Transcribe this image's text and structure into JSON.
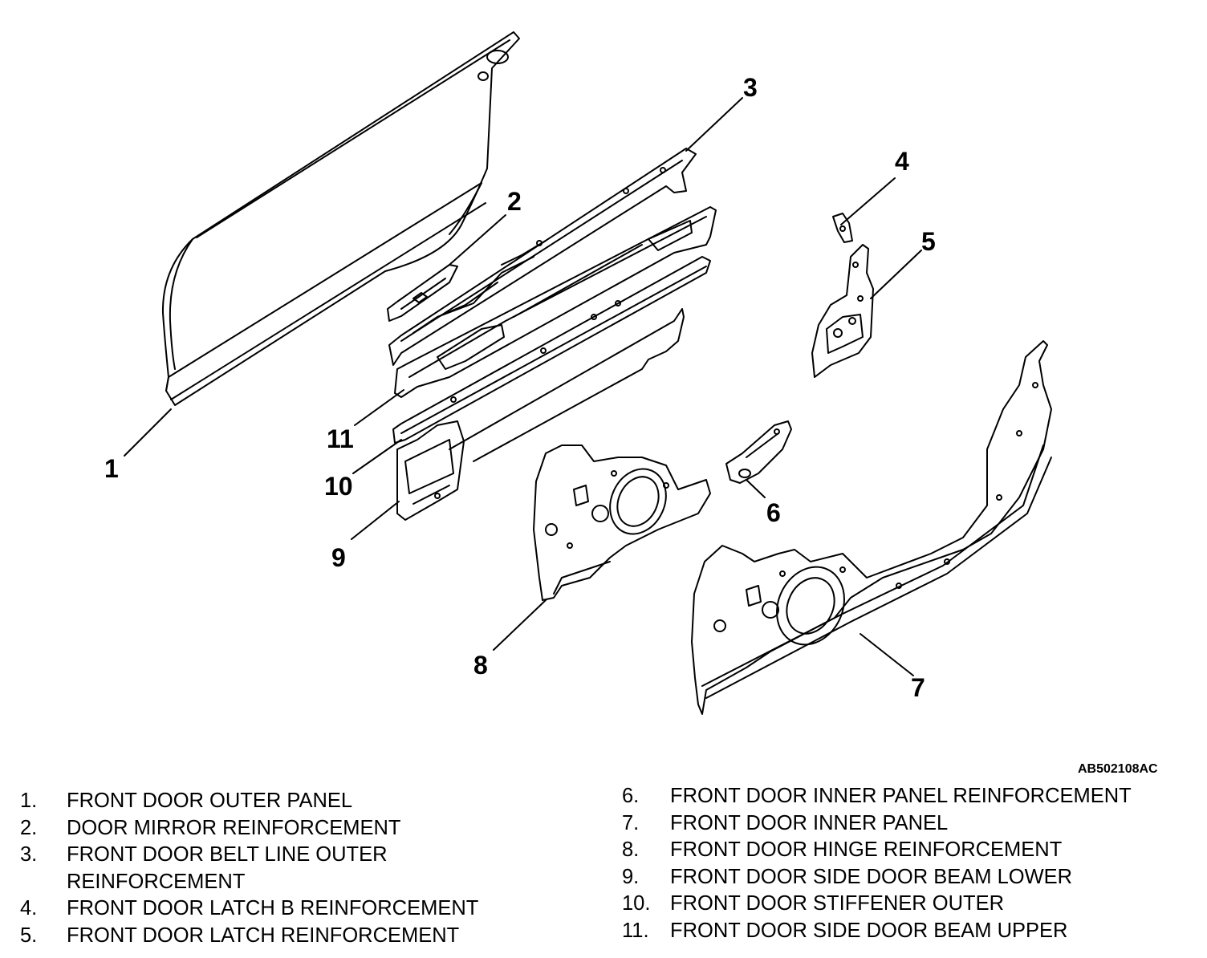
{
  "diagram": {
    "reference_code": "AB502108AC",
    "callouts": [
      "1",
      "2",
      "3",
      "4",
      "5",
      "6",
      "7",
      "8",
      "9",
      "10",
      "11"
    ]
  },
  "legend": {
    "left": [
      {
        "num": "1.",
        "text": "FRONT DOOR OUTER PANEL"
      },
      {
        "num": "2.",
        "text": "DOOR MIRROR REINFORCEMENT"
      },
      {
        "num": "3.",
        "text": "FRONT DOOR BELT LINE OUTER"
      },
      {
        "num": "",
        "text": "REINFORCEMENT"
      },
      {
        "num": "4.",
        "text": "FRONT DOOR LATCH B REINFORCEMENT"
      },
      {
        "num": "5.",
        "text": "FRONT DOOR LATCH REINFORCEMENT"
      }
    ],
    "right": [
      {
        "num": "6.",
        "text": "FRONT DOOR INNER PANEL REINFORCEMENT"
      },
      {
        "num": "7.",
        "text": "FRONT DOOR INNER PANEL"
      },
      {
        "num": "8.",
        "text": "FRONT DOOR HINGE REINFORCEMENT"
      },
      {
        "num": "9.",
        "text": "FRONT DOOR SIDE DOOR BEAM LOWER"
      },
      {
        "num": "10.",
        "text": "FRONT DOOR STIFFENER OUTER"
      },
      {
        "num": "11.",
        "text": "FRONT DOOR SIDE DOOR BEAM UPPER"
      }
    ]
  }
}
